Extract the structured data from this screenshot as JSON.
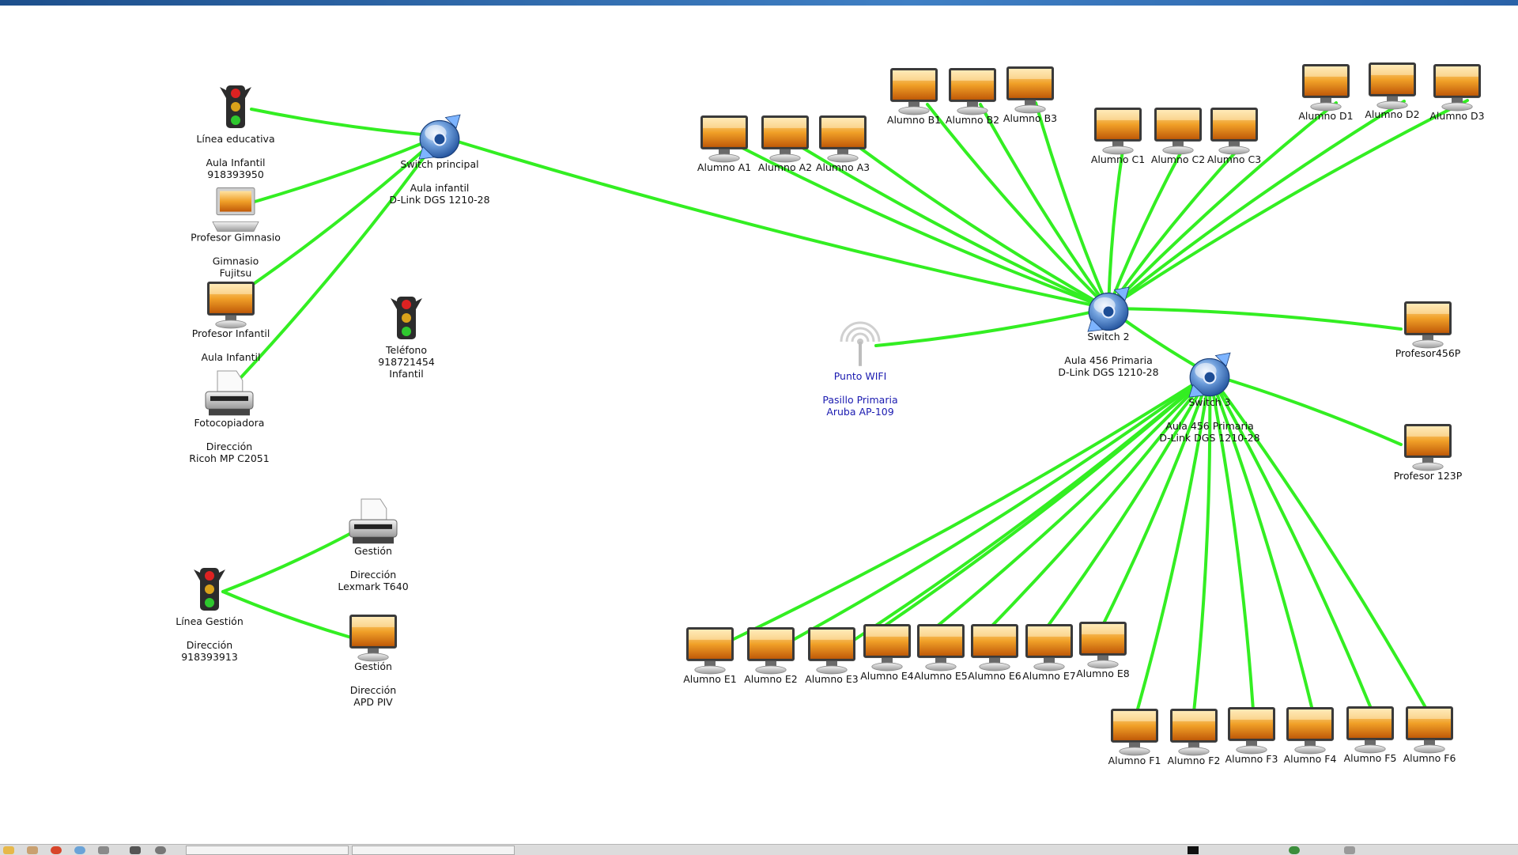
{
  "colors": {
    "link": "#33ee22",
    "label": "#111111",
    "wifi_label": "#1a1ab0",
    "top_bar": "#2a62a8"
  },
  "diagram": {
    "nodes": [
      {
        "id": "linea_educativa",
        "icon": "traffic-light-icon",
        "lines": [
          "Línea educativa",
          "",
          "Aula Infantil",
          "918393950"
        ]
      },
      {
        "id": "switch_principal",
        "icon": "switch-icon",
        "lines": [
          "Switch principal",
          "",
          "Aula infantil",
          "D-Link DGS 1210-28"
        ]
      },
      {
        "id": "profesor_gimnasio",
        "icon": "laptop-icon",
        "lines": [
          "Profesor Gimnasio",
          "",
          "Gimnasio",
          "Fujitsu"
        ]
      },
      {
        "id": "profesor_infantil",
        "icon": "monitor-icon",
        "lines": [
          "Profesor Infantil",
          "",
          "Aula Infantil"
        ]
      },
      {
        "id": "fotocopiadora",
        "icon": "printer-icon",
        "lines": [
          "Fotocopiadora",
          "",
          "Dirección",
          "Ricoh MP C2051"
        ]
      },
      {
        "id": "telefono",
        "icon": "traffic-light-icon",
        "lines": [
          "Teléfono",
          "918721454",
          "Infantil"
        ]
      },
      {
        "id": "punto_wifi",
        "icon": "wifi-antenna-icon",
        "blue": true,
        "lines": [
          "Punto WIFI",
          "",
          "Pasillo Primaria",
          "Aruba AP-109"
        ]
      },
      {
        "id": "gestion_printer",
        "icon": "printer-icon",
        "lines": [
          "Gestión",
          "",
          "Dirección",
          "Lexmark T640"
        ]
      },
      {
        "id": "linea_gestion",
        "icon": "traffic-light-icon",
        "lines": [
          "Línea Gestión",
          "",
          "Dirección",
          "918393913"
        ]
      },
      {
        "id": "gestion_pc",
        "icon": "monitor-icon",
        "lines": [
          "Gestión",
          "",
          "Dirección",
          "APD PIV"
        ]
      },
      {
        "id": "switch2",
        "icon": "switch-icon",
        "lines": [
          "Switch 2",
          "",
          "Aula 456 Primaria",
          "D-Link DGS 1210-28"
        ]
      },
      {
        "id": "switch3",
        "icon": "switch-icon",
        "lines": [
          "Switch 3",
          "",
          "Aula 456 Primaria",
          "D-Link DGS 1210-28"
        ]
      },
      {
        "id": "a1",
        "icon": "monitor-icon",
        "lines": [
          "Alumno A1"
        ]
      },
      {
        "id": "a2",
        "icon": "monitor-icon",
        "lines": [
          "Alumno A2"
        ]
      },
      {
        "id": "a3",
        "icon": "monitor-icon",
        "lines": [
          "Alumno A3"
        ]
      },
      {
        "id": "b1",
        "icon": "monitor-icon",
        "lines": [
          "Alumno B1"
        ]
      },
      {
        "id": "b2",
        "icon": "monitor-icon",
        "lines": [
          "Alumno B2"
        ]
      },
      {
        "id": "b3",
        "icon": "monitor-icon",
        "lines": [
          "Alumno B3"
        ]
      },
      {
        "id": "c1",
        "icon": "monitor-icon",
        "lines": [
          "Alumno C1"
        ]
      },
      {
        "id": "c2",
        "icon": "monitor-icon",
        "lines": [
          "Alumno C2"
        ]
      },
      {
        "id": "c3",
        "icon": "monitor-icon",
        "lines": [
          "Alumno C3"
        ]
      },
      {
        "id": "d1",
        "icon": "monitor-icon",
        "lines": [
          "Alumno D1"
        ]
      },
      {
        "id": "d2",
        "icon": "monitor-icon",
        "lines": [
          "Alumno D2"
        ]
      },
      {
        "id": "d3",
        "icon": "monitor-icon",
        "lines": [
          "Alumno D3"
        ]
      },
      {
        "id": "prof456",
        "icon": "monitor-icon",
        "lines": [
          "Profesor456P"
        ]
      },
      {
        "id": "prof123",
        "icon": "monitor-icon",
        "lines": [
          "Profesor 123P"
        ]
      },
      {
        "id": "e1",
        "icon": "monitor-icon",
        "lines": [
          "Alumno E1"
        ]
      },
      {
        "id": "e2",
        "icon": "monitor-icon",
        "lines": [
          "Alumno E2"
        ]
      },
      {
        "id": "e3",
        "icon": "monitor-icon",
        "lines": [
          "Alumno E3"
        ]
      },
      {
        "id": "e4",
        "icon": "monitor-icon",
        "lines": [
          "Alumno E4"
        ]
      },
      {
        "id": "e5",
        "icon": "monitor-icon",
        "lines": [
          "Alumno E5"
        ]
      },
      {
        "id": "e6",
        "icon": "monitor-icon",
        "lines": [
          "Alumno E6"
        ]
      },
      {
        "id": "e7",
        "icon": "monitor-icon",
        "lines": [
          "Alumno E7"
        ]
      },
      {
        "id": "e8",
        "icon": "monitor-icon",
        "lines": [
          "Alumno E8"
        ]
      },
      {
        "id": "f1",
        "icon": "monitor-icon",
        "lines": [
          "Alumno F1"
        ]
      },
      {
        "id": "f2",
        "icon": "monitor-icon",
        "lines": [
          "Alumno F2"
        ]
      },
      {
        "id": "f3",
        "icon": "monitor-icon",
        "lines": [
          "Alumno F3"
        ]
      },
      {
        "id": "f4",
        "icon": "monitor-icon",
        "lines": [
          "Alumno F4"
        ]
      },
      {
        "id": "f5",
        "icon": "monitor-icon",
        "lines": [
          "Alumno F5"
        ]
      },
      {
        "id": "f6",
        "icon": "monitor-icon",
        "lines": [
          "Alumno F6"
        ]
      }
    ],
    "links": [
      [
        "linea_educativa",
        "switch_principal"
      ],
      [
        "profesor_gimnasio",
        "switch_principal"
      ],
      [
        "profesor_infantil",
        "switch_principal"
      ],
      [
        "fotocopiadora",
        "switch_principal"
      ],
      [
        "switch_principal",
        "switch2"
      ],
      [
        "punto_wifi",
        "switch2"
      ],
      [
        "switch2",
        "switch3"
      ],
      [
        "a1",
        "switch2"
      ],
      [
        "a2",
        "switch2"
      ],
      [
        "a3",
        "switch2"
      ],
      [
        "b1",
        "switch2"
      ],
      [
        "b2",
        "switch2"
      ],
      [
        "b3",
        "switch2"
      ],
      [
        "c1",
        "switch2"
      ],
      [
        "c2",
        "switch2"
      ],
      [
        "c3",
        "switch2"
      ],
      [
        "d1",
        "switch2"
      ],
      [
        "d2",
        "switch2"
      ],
      [
        "d3",
        "switch2"
      ],
      [
        "prof456",
        "switch2"
      ],
      [
        "prof123",
        "switch3"
      ],
      [
        "e1",
        "switch3"
      ],
      [
        "e2",
        "switch3"
      ],
      [
        "e3",
        "switch3"
      ],
      [
        "e4",
        "switch3"
      ],
      [
        "e5",
        "switch3"
      ],
      [
        "e6",
        "switch3"
      ],
      [
        "e7",
        "switch3"
      ],
      [
        "e8",
        "switch3"
      ],
      [
        "f1",
        "switch3"
      ],
      [
        "f2",
        "switch3"
      ],
      [
        "f3",
        "switch3"
      ],
      [
        "f4",
        "switch3"
      ],
      [
        "f5",
        "switch3"
      ],
      [
        "f6",
        "switch3"
      ],
      [
        "linea_gestion",
        "gestion_printer"
      ],
      [
        "linea_gestion",
        "gestion_pc"
      ]
    ]
  }
}
